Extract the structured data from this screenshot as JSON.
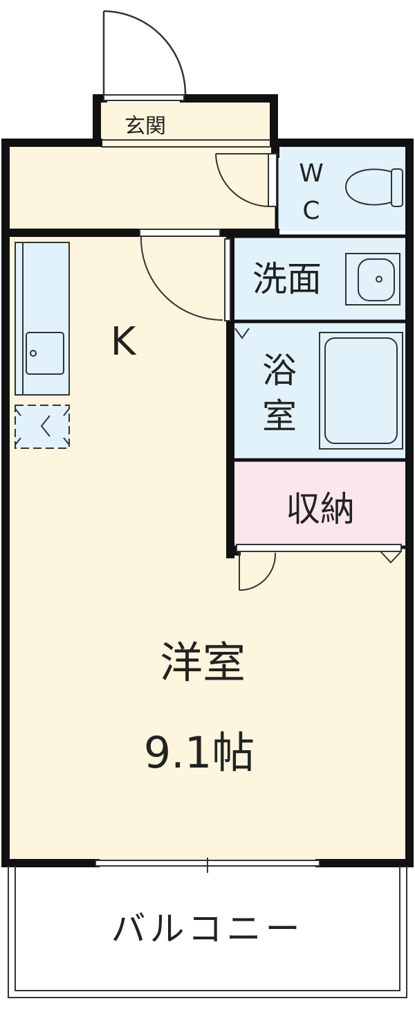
{
  "rooms": {
    "entrance": "玄関",
    "wc_top": "W",
    "wc_bottom": "C",
    "washroom": "洗面",
    "kitchen": "K",
    "bath_top": "浴",
    "bath_bottom": "室",
    "storage": "収納",
    "western_room": "洋室",
    "western_room_size": "9.1帖",
    "balcony": "バルコニー"
  },
  "colors": {
    "floor": "#FEF5DE",
    "wet_area": "#E1F2FB",
    "storage": "#FCE6EE",
    "wall": "#111111",
    "line": "#333333"
  }
}
